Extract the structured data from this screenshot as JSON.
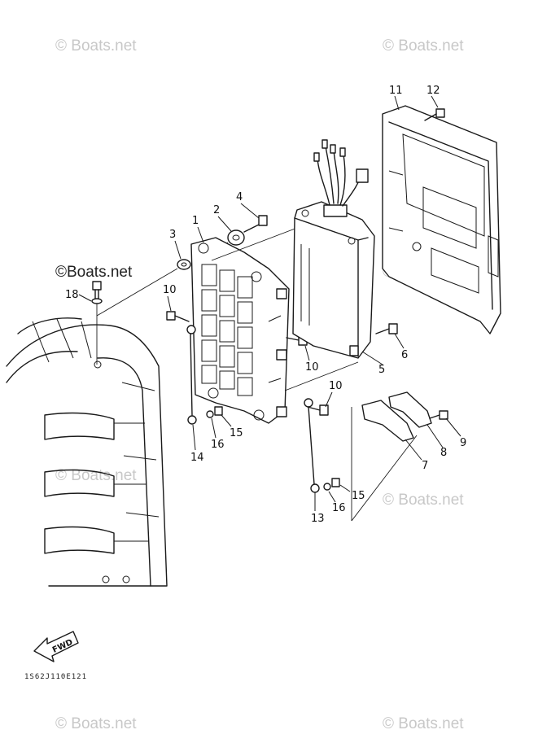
{
  "watermark": "Boats.net",
  "copyright_symbol": "©",
  "diagram_code": "1S62J110E121",
  "fwd_label": "FWD",
  "part_labels": [
    "1",
    "2",
    "3",
    "4",
    "5",
    "6",
    "7",
    "8",
    "9",
    "10",
    "10",
    "10",
    "11",
    "12",
    "13",
    "14",
    "15",
    "15",
    "16",
    "16",
    "18"
  ]
}
